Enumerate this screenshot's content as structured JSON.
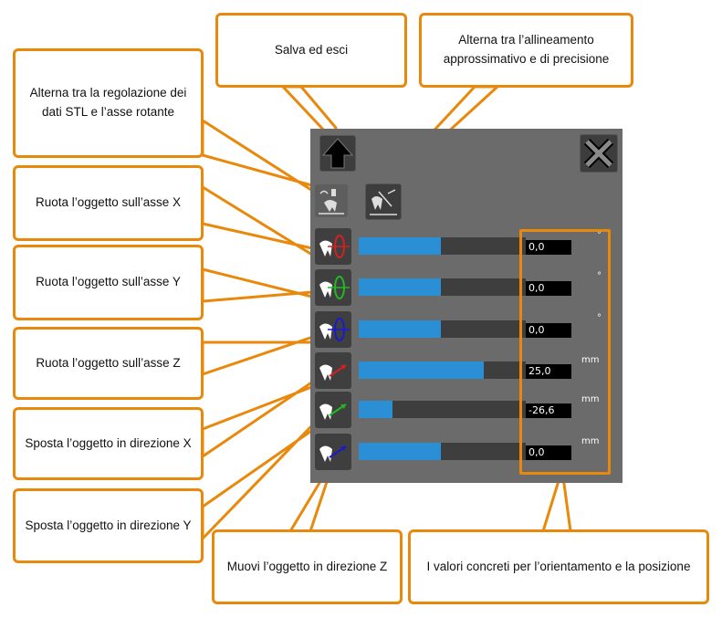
{
  "callouts": {
    "save_exit": "Salva ed esci",
    "toggle_alignment": "Alterna tra l’allineamento approssimativo e di precisione",
    "toggle_stl": "Alterna tra la regolazione dei dati STL e l’asse rotante",
    "rotate_x": "Ruota l’oggetto sull’asse X",
    "rotate_y": "Ruota l’oggetto sull’asse Y",
    "rotate_z": "Ruota l’oggetto sull’asse Z",
    "move_x": "Sposta l’oggetto in direzione X",
    "move_y": "Sposta l’oggetto in direzione Y",
    "move_z": "Muovi l’oggetto in direzione Z",
    "values": "I valori concreti per l’orientamento e la posizione"
  },
  "rows": [
    {
      "value": "0,0",
      "unit": "°",
      "fill": 0.49,
      "axis_color": "#d42020",
      "kind": "rotate"
    },
    {
      "value": "0,0",
      "unit": "°",
      "fill": 0.49,
      "axis_color": "#22b822",
      "kind": "rotate"
    },
    {
      "value": "0,0",
      "unit": "°",
      "fill": 0.49,
      "axis_color": "#1a1ad0",
      "kind": "rotate"
    },
    {
      "value": "25,0",
      "unit": "mm",
      "fill": 0.75,
      "axis_color": "#d42020",
      "kind": "move"
    },
    {
      "value": "-26,6",
      "unit": "mm",
      "fill": 0.2,
      "axis_color": "#22b822",
      "kind": "move"
    },
    {
      "value": "0,0",
      "unit": "mm",
      "fill": 0.49,
      "axis_color": "#1a1ad0",
      "kind": "move"
    }
  ],
  "colors": {
    "accent_orange": "#e8890c",
    "panel_gray": "#6b6b6b",
    "slider_blue": "#2b8fd6"
  },
  "icons": {
    "save": "up-arrow-icon",
    "close": "close-x-icon",
    "toggle_stl": "stl-toggle-icon",
    "toggle_alignment": "alignment-toggle-icon"
  }
}
